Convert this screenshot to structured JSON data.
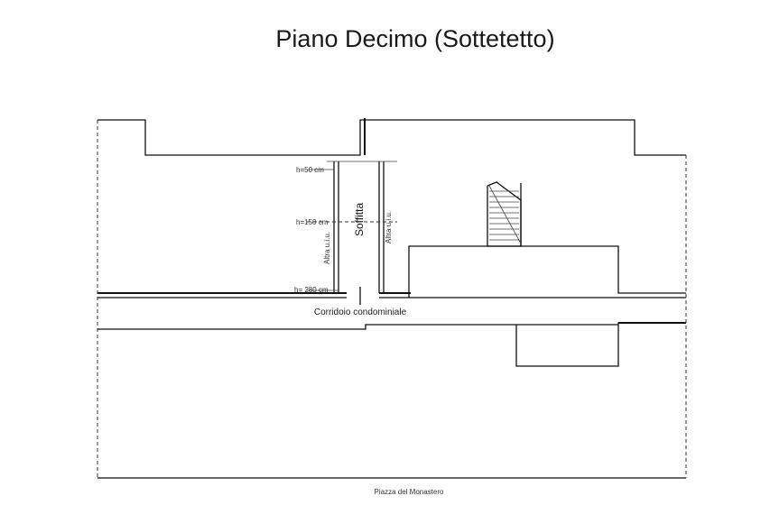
{
  "title": "Piano Decimo (Sottetetto)",
  "labels": {
    "h_top": "h=50 cm",
    "h_mid": "h=150 cm",
    "h_bottom": "h= 280 cm",
    "room_name": "Soffitta",
    "other_unit_left": "Altra u.i.u.",
    "other_unit_right": "Altra u.i.u.",
    "corridor": "Corridoio condominiale",
    "street": "Piazza del Monastero"
  }
}
